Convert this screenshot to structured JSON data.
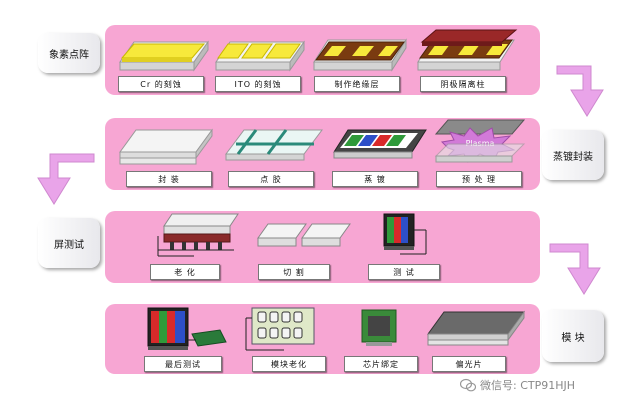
{
  "stages": [
    {
      "name": "象素点阵",
      "steps": [
        "Cr 的刻蚀",
        "ITO 的刻蚀",
        "制作绝缘层",
        "阴极隔离柱"
      ]
    },
    {
      "name": "蒸镀封装",
      "steps": [
        "封  装",
        "点  胶",
        "蒸  镀",
        "预 处 理"
      ]
    },
    {
      "name": "屏测试",
      "steps": [
        "老  化",
        "切  割",
        "测  试"
      ]
    },
    {
      "name": "模    块",
      "steps": [
        "最后测试",
        "模块老化",
        "芯片绑定",
        "偏光片"
      ]
    }
  ],
  "plasma_text": "Plasma",
  "watermark": "微信号: CTP91HJH",
  "colors": {
    "band": "#f7a6d3",
    "arrow": "#e9a4e9",
    "accent_yellow": "#f7e93b"
  }
}
